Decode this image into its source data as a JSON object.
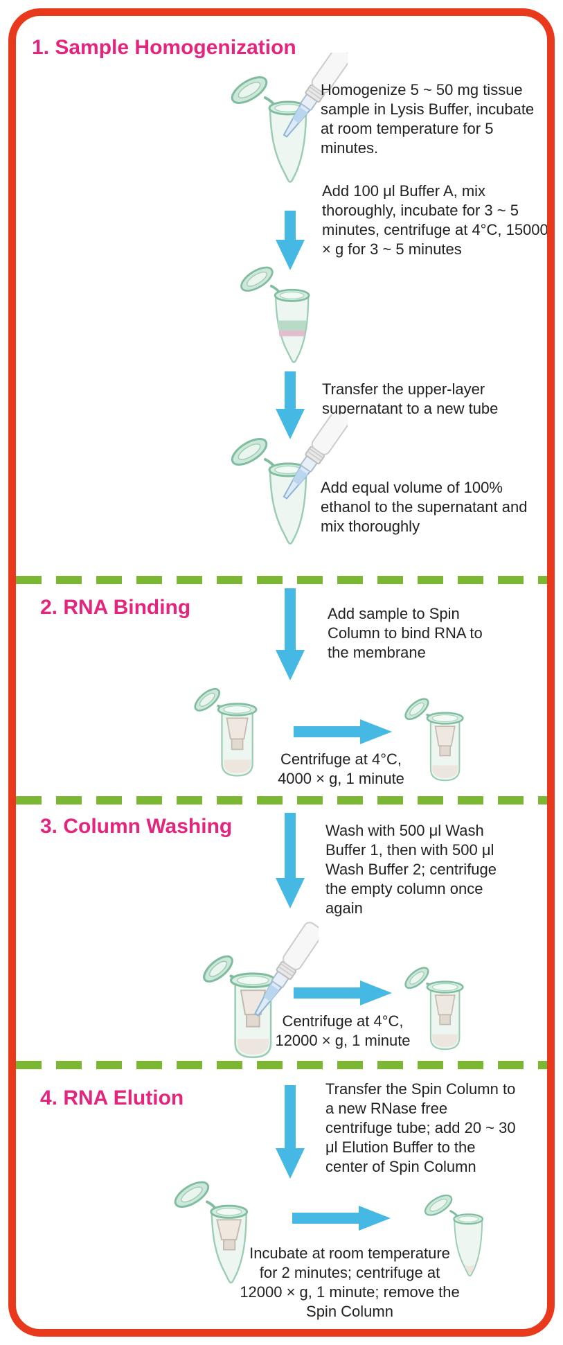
{
  "colors": {
    "border": "#e8391d",
    "heading": "#e5247e",
    "arrow": "#45b9e3",
    "divider": "#7cb733",
    "text": "#232020"
  },
  "icons": [
    "microtube-icon",
    "microtube-layered-icon",
    "microtube-eluate-icon",
    "spin-column-icon",
    "spin-column-insert-icon",
    "pipette-icon",
    "down-arrow-icon",
    "right-arrow-icon",
    "dashed-divider"
  ],
  "sections": [
    {
      "number": "1",
      "title": "1. Sample Homogenization",
      "steps": [
        "Homogenize 5 ~ 50 mg tissue sample in Lysis Buffer, incubate at room temperature for 5 minutes.",
        "Add 100 μl Buffer A, mix thoroughly, incubate for 3 ~ 5 minutes, centrifuge at 4°C, 15000 × g for 3 ~ 5 minutes",
        "Transfer the upper-layer supernatant to a new tube",
        "Add equal volume of 100% ethanol to the supernatant and mix thoroughly"
      ]
    },
    {
      "number": "2",
      "title": "2. RNA Binding",
      "steps": [
        "Add sample to Spin Column to bind RNA to the membrane",
        "Centrifuge at 4°C, 4000 × g, 1 minute"
      ]
    },
    {
      "number": "3",
      "title": "3. Column Washing",
      "steps": [
        "Wash with 500 μl Wash Buffer 1, then with 500 μl Wash Buffer 2; centrifuge the empty column once again",
        "Centrifuge at 4°C, 12000 × g, 1 minute"
      ]
    },
    {
      "number": "4",
      "title": "4. RNA Elution",
      "steps": [
        "Transfer the Spin Column to a new RNase free centrifuge tube; add 20 ~ 30 μl Elution Buffer to the center of Spin Column",
        "Incubate at room temperature for 2 minutes; centrifuge at 12000 × g, 1 minute; remove the Spin Column"
      ]
    }
  ]
}
